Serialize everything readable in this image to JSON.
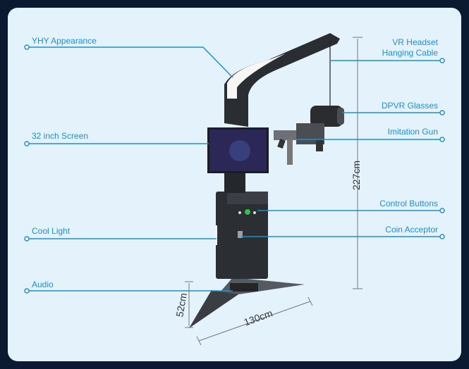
{
  "labels": {
    "yhy_appearance": "YHY Appearance",
    "vr_cable_line1": "VR Headset",
    "vr_cable_line2": "Hanging Cable",
    "dpvr_glasses": "DPVR Glasses",
    "imitation_gun": "Imitation Gun",
    "screen": "32 inch Screen",
    "control_buttons": "Control Buttons",
    "coin_acceptor": "Coin Acceptor",
    "cool_light": "Cool Light",
    "audio": "Audio"
  },
  "dimensions": {
    "height": "227cm",
    "depth": "52cm",
    "width": "130cm"
  },
  "colors": {
    "accent": "#1d8fd2",
    "background": "#0b1a31",
    "panel": "#e4f2fc"
  }
}
